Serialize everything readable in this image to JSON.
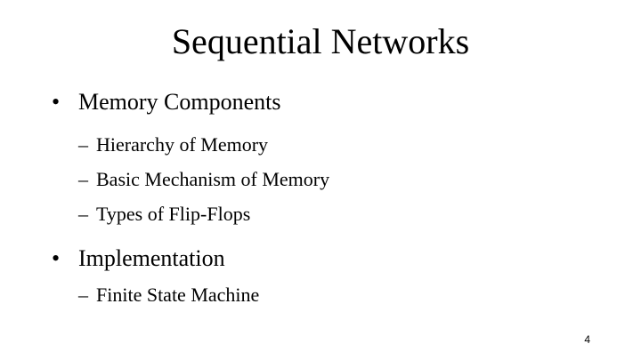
{
  "slide": {
    "title": "Sequential Networks",
    "background_color": "#ffffff",
    "text_color": "#000000",
    "page_number": "4",
    "outline": {
      "level1_marker": "•",
      "level2_marker": "–",
      "items": [
        {
          "label": "Memory Components",
          "children": [
            "Hierarchy of Memory",
            "Basic Mechanism of Memory",
            "Types of Flip-Flops"
          ]
        },
        {
          "label": "Implementation",
          "children": [
            "Finite State Machine"
          ]
        }
      ]
    }
  }
}
